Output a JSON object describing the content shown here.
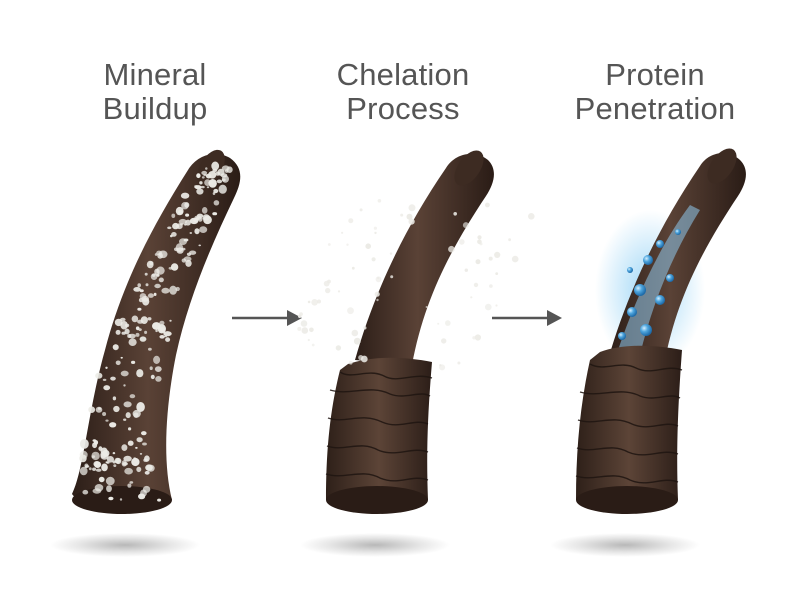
{
  "stages": [
    {
      "line1": "Mineral",
      "line2": "Buildup",
      "icon": "hair-strand-mineral-icon"
    },
    {
      "line1": "Chelation",
      "line2": "Process",
      "icon": "hair-strand-chelation-icon"
    },
    {
      "line1": "Protein",
      "line2": "Penetration",
      "icon": "hair-strand-protein-icon"
    }
  ],
  "arrows": [
    "arrow-right-icon",
    "arrow-right-icon"
  ],
  "colors": {
    "hair": "#3b2a22",
    "hair_highlight": "#6b5042",
    "minerals": "#e9e7e2",
    "protein": "#4fa6de",
    "title": "#555555",
    "arrow": "#555555"
  }
}
